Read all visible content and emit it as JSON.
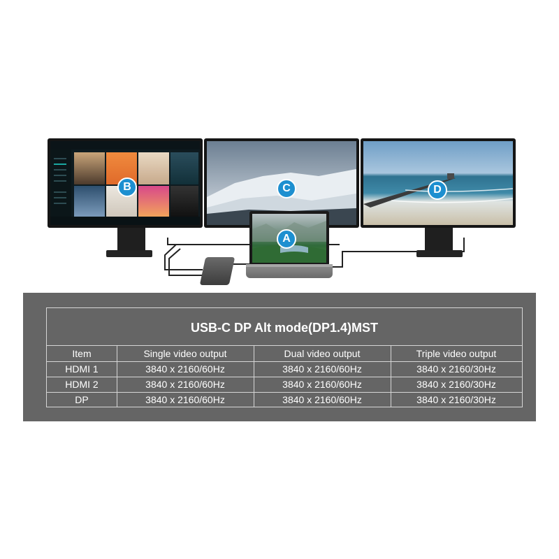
{
  "labels": {
    "a": "A",
    "b": "B",
    "c": "C",
    "d": "D"
  },
  "colors": {
    "label_badge": "#1d8fd0",
    "panel": "#656565",
    "table_text": "#ffffff"
  },
  "table": {
    "title": "USB-C DP Alt mode(DP1.4)MST",
    "headers": [
      "Item",
      "Single video output",
      "Dual video output",
      "Triple video output"
    ],
    "rows": [
      [
        "HDMI 1",
        "3840 x 2160/60Hz",
        "3840 x 2160/60Hz",
        "3840 x 2160/30Hz"
      ],
      [
        "HDMI 2",
        "3840 x 2160/60Hz",
        "3840 x 2160/60Hz",
        "3840 x 2160/30Hz"
      ],
      [
        "DP",
        "3840 x 2160/60Hz",
        "3840 x 2160/60Hz",
        "3840 x 2160/30Hz"
      ]
    ]
  }
}
